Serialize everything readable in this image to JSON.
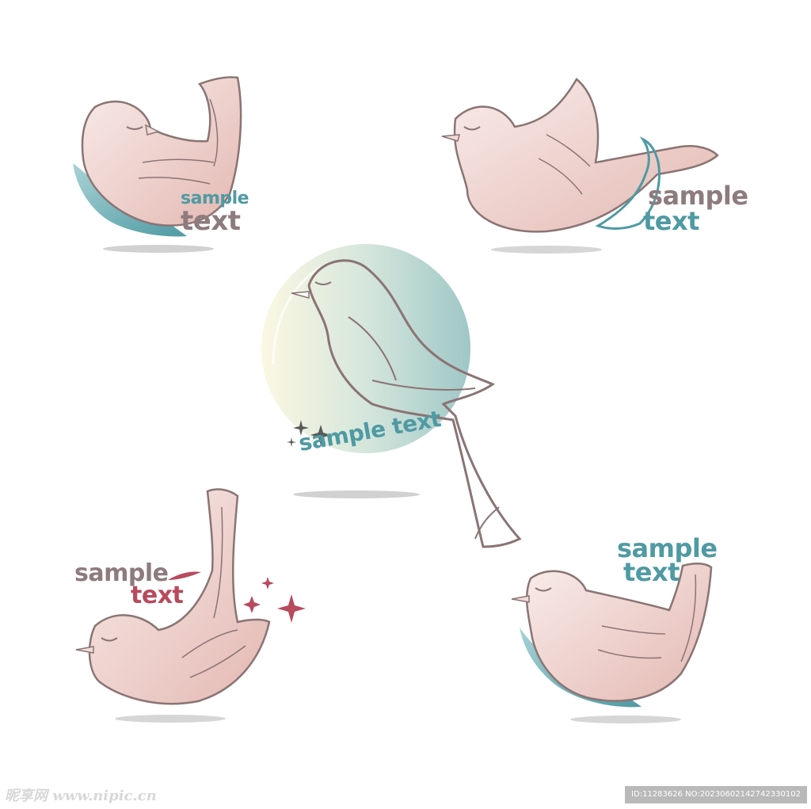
{
  "logos": [
    {
      "line1": "sample",
      "line2": "text"
    },
    {
      "line1": "sample",
      "line2": "text"
    },
    {
      "line1": "sample text"
    },
    {
      "line1": "sample",
      "line2": "text"
    },
    {
      "line1": "sample",
      "line2": "text"
    }
  ],
  "watermark": {
    "site": "昵享网 www.nipic.cn",
    "id": "ID:11283626 NO:20230602142742330102"
  },
  "colors": {
    "bird_fill": "#edd0cc",
    "outline": "#8a7474",
    "teal": "#4f9aa3",
    "crimson": "#b84a5e"
  }
}
